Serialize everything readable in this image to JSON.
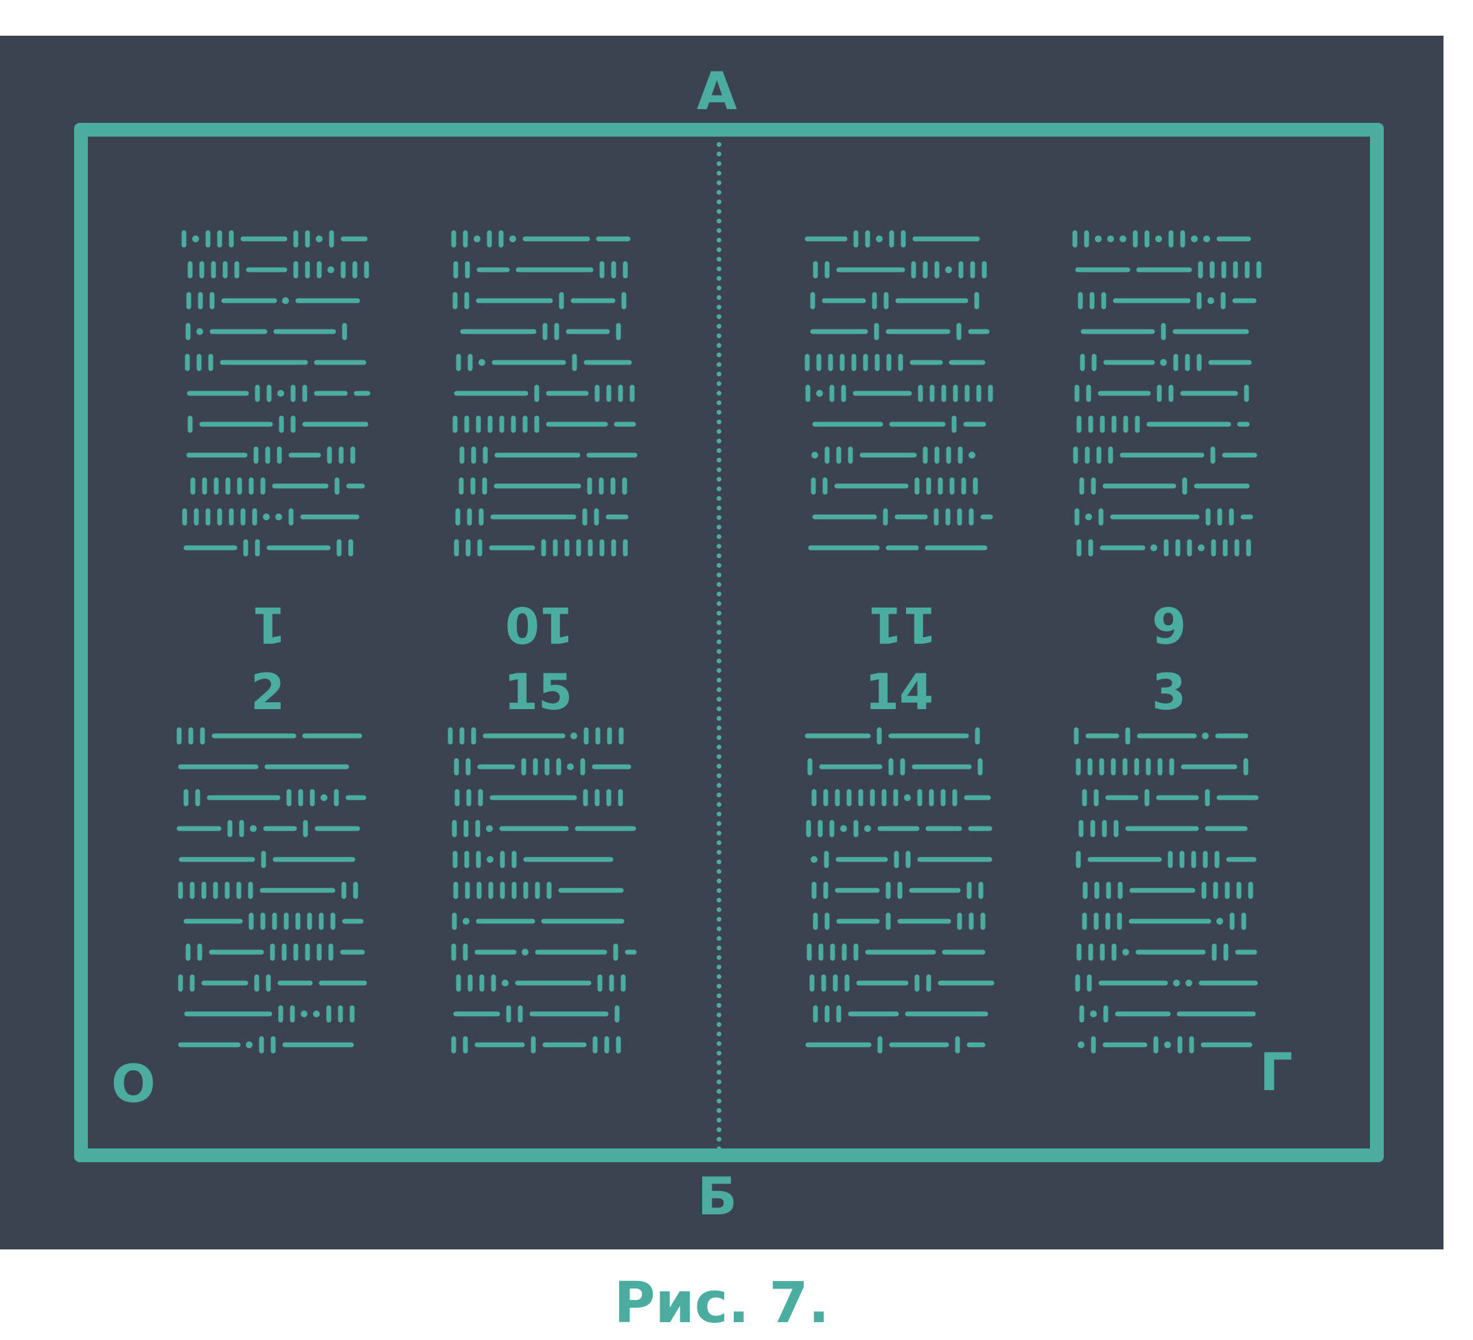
{
  "edges": {
    "top": "А",
    "bottom": "Б",
    "left": "О",
    "right": "Г"
  },
  "pages": [
    {
      "number": "1",
      "inverted": true
    },
    {
      "number": "10",
      "inverted": true
    },
    {
      "number": "11",
      "inverted": true
    },
    {
      "number": "6",
      "inverted": true
    },
    {
      "number": "2",
      "inverted": false
    },
    {
      "number": "15",
      "inverted": false
    },
    {
      "number": "14",
      "inverted": false
    },
    {
      "number": "3",
      "inverted": false
    }
  ],
  "caption": "Рис. 7.",
  "colors": {
    "background": "#3b4250",
    "accent": "#4aad9f",
    "caption": "#4aad9f"
  }
}
